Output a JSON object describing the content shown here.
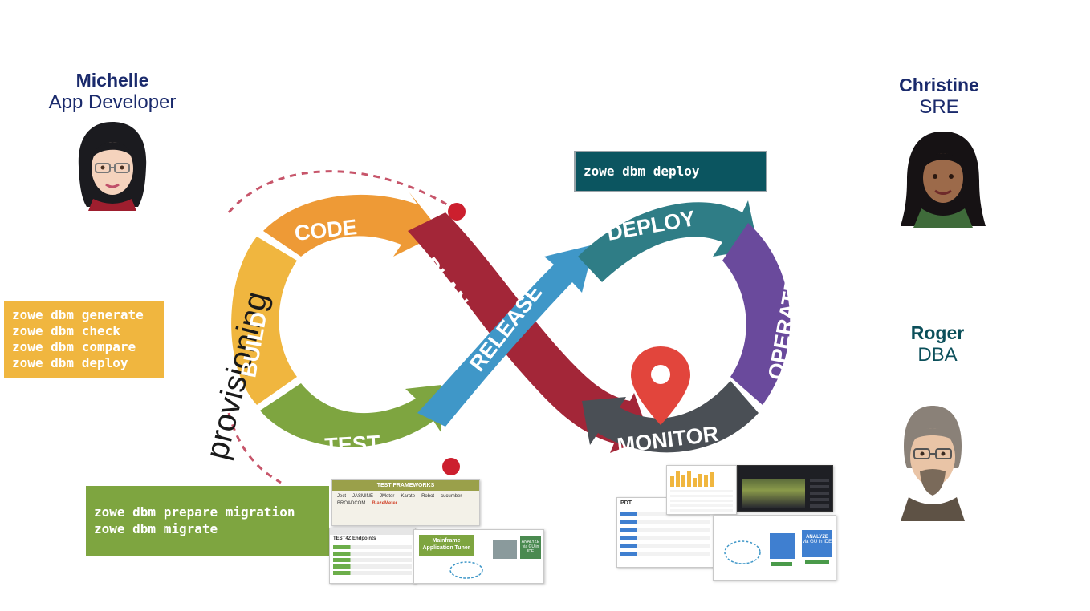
{
  "people": {
    "michelle": {
      "name": "Michelle",
      "role": "App Developer",
      "name_color": "#1a2a6c",
      "role_color": "#1a2a6c"
    },
    "christine": {
      "name": "Christine",
      "role": "SRE",
      "name_color": "#1a2a6c",
      "role_color": "#1a2a6c"
    },
    "roger": {
      "name": "Roger",
      "role": "DBA",
      "name_color": "#0b4f5a",
      "role_color": "#0b4f5a"
    }
  },
  "commands": {
    "deploy_box": {
      "lines": [
        "zowe dbm deploy"
      ],
      "bg": "#0b5560"
    },
    "build_box": {
      "lines": [
        "zowe dbm generate",
        "zowe dbm check",
        "zowe dbm compare",
        "zowe dbm deploy"
      ],
      "bg": "#f0b63f"
    },
    "migration_box": {
      "lines": [
        "zowe dbm prepare migration",
        "zowe dbm migrate"
      ],
      "bg": "#7ea540"
    }
  },
  "loop": {
    "provisioning_label": "provisioning",
    "segments": [
      {
        "key": "code",
        "label": "CODE",
        "color": "#ee9a36"
      },
      {
        "key": "build",
        "label": "BUILD",
        "color": "#f0b63f"
      },
      {
        "key": "test",
        "label": "TEST",
        "color": "#7ea540"
      },
      {
        "key": "plan",
        "label": "PLAN",
        "color": "#a32638"
      },
      {
        "key": "release",
        "label": "RELEASE",
        "color": "#3f97c8"
      },
      {
        "key": "deploy",
        "label": "DEPLOY",
        "color": "#2f7d86"
      },
      {
        "key": "operate",
        "label": "OPERATE",
        "color": "#6a4a9c"
      },
      {
        "key": "monitor",
        "label": "MONITOR",
        "color": "#4a4f55"
      }
    ],
    "pin_color": "#e2453c",
    "dot_color": "#cc1f2e"
  },
  "thumbnails": {
    "test_frameworks": {
      "title": "TEST FRAMEWORKS",
      "logos": [
        "Ject",
        "JASMINE",
        "JMeter",
        "Karate",
        "Robot",
        "cucumber",
        "BROADCOM",
        "BlazeMeter"
      ]
    },
    "test4z": {
      "title": "TEST4Z Endpoints"
    },
    "app_tuner": {
      "title": "Mainframe Application Tuner",
      "badge1": "ANALYZE",
      "badge2": "via GU in IDE"
    },
    "pdt": {
      "title": "PDT"
    },
    "analyze_panel": {
      "badge": "ANALYZE",
      "badge_sub": "via GU in IDE"
    }
  }
}
